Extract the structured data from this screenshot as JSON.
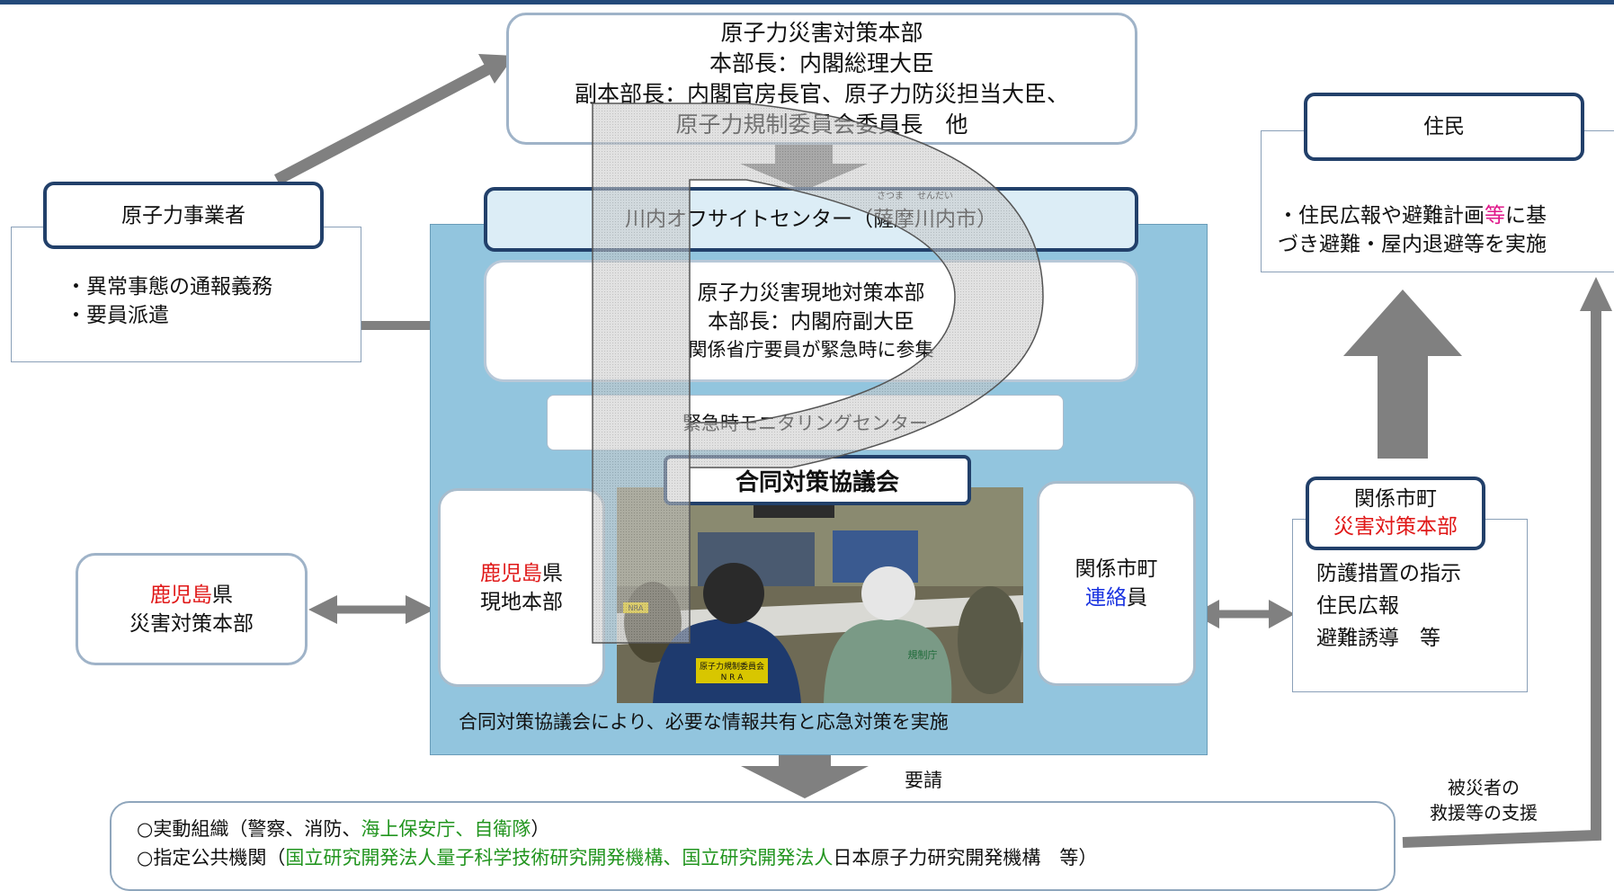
{
  "hq": {
    "title": "原子力災害対策本部",
    "chief": "本部長：内閣総理大臣",
    "deputy": "副本部長：内閣官房長官、原子力防災担当大臣、",
    "deputy2": "原子力規制委員会委員長　他"
  },
  "operator": {
    "title": "原子力事業者",
    "duties": [
      "・異常事態の通報義務",
      "・要員派遣"
    ]
  },
  "offsite": {
    "name": "川内オフサイトセンター（薩摩川内市）",
    "ruby_satsuma": "さつま",
    "ruby_sendai": "せんだい",
    "local_hq_title": "原子力災害現地対策本部",
    "local_hq_chief": "本部長：内閣府副大臣",
    "local_hq_note": "関係省庁要員が緊急時に参集",
    "monitoring": "緊急時モニタリングセンター",
    "council": "合同対策協議会",
    "footer": "合同対策協議会により、必要な情報共有と応急対策を実施"
  },
  "pref_local": {
    "part1": "鹿児島",
    "part2": "県",
    "line2": "現地本部"
  },
  "muni_liaison": {
    "line1": "関係市町",
    "part1": "連絡",
    "part2": "員"
  },
  "pref_hq": {
    "part1": "鹿児島",
    "part2": "県",
    "line2": "災害対策本部"
  },
  "residents": {
    "title": "住民",
    "l1a": "・住民広報や避難計画",
    "l1b": "等",
    "l1c": "に基",
    "l2": "づき避難・屋内退避等を実施"
  },
  "muni_hq": {
    "line1": "関係市町",
    "line2": "災害対策本部",
    "items": [
      "防護措置の指示",
      "住民広報",
      "避難誘導　等"
    ]
  },
  "request_label": "要請",
  "support_label_1": "被災者の",
  "support_label_2": "救援等の支援",
  "orgs": {
    "l1a": "○実動組織（警察、消防、",
    "l1b": "海上保安庁",
    "l1c": "、",
    "l1d": "自衛隊",
    "l1e": "）",
    "l2a": "○指定公共機関（",
    "l2b": "国立研究開発法人量子科学技術研究開発機構、国立研究開発法人",
    "l2c": "日本原子力研究開発機構　等）"
  },
  "photo_badge": "NRA",
  "photo_vest": "原子力規制委員会",
  "photo_vest_sub": "N R A",
  "photo_vest2": "規制庁",
  "colors": {
    "navy": "#22406a",
    "panel_blue": "#92c5de",
    "arrow_gray": "#808080",
    "accent_red": "#e01818",
    "accent_blue": "#1a33e0",
    "accent_green": "#22951f"
  }
}
